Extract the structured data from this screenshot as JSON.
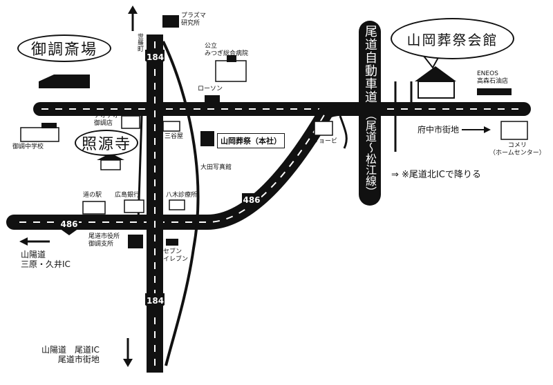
{
  "venue": {
    "name": "山岡葬祭会館"
  },
  "landmarks": {
    "gochosaijo": "御調斎場",
    "shogenji": "照源寺",
    "head_office": "山岡葬祭（本社）",
    "plasma": "プラズマ\n研究所",
    "mitsugi_hospital": "公立\nみつぎ総合病院",
    "lawson": "ローソン",
    "deodeo": "デオデオ\n御調店",
    "school": "御調中学校",
    "sanya": "三谷屋",
    "ota_photo": "大田写真館",
    "ryobi": "リョービ",
    "eneos": "ENEOS\n高森石油店",
    "komeri": "コメリ\n（ホームセンター）",
    "michi_no_eki": "道の駅",
    "hiroshima_bank": "広島銀行",
    "yagi": "八木診療所",
    "city_office": "尾道市役所\n御調支所",
    "seven": "セブン\nイレブン"
  },
  "roads": {
    "expressway_name": "尾道自動車道",
    "expressway_sub": "（尾道〜松江線）",
    "route_184": "184",
    "route_486": "486",
    "exit_note": "⇒ ※尾道北ICで降りる"
  },
  "directions": {
    "north": "世羅町",
    "west": "山陽道\n三原・久井IC",
    "south": "山陽道　尾道IC\n尾道市街地",
    "east": "府中市街地"
  }
}
